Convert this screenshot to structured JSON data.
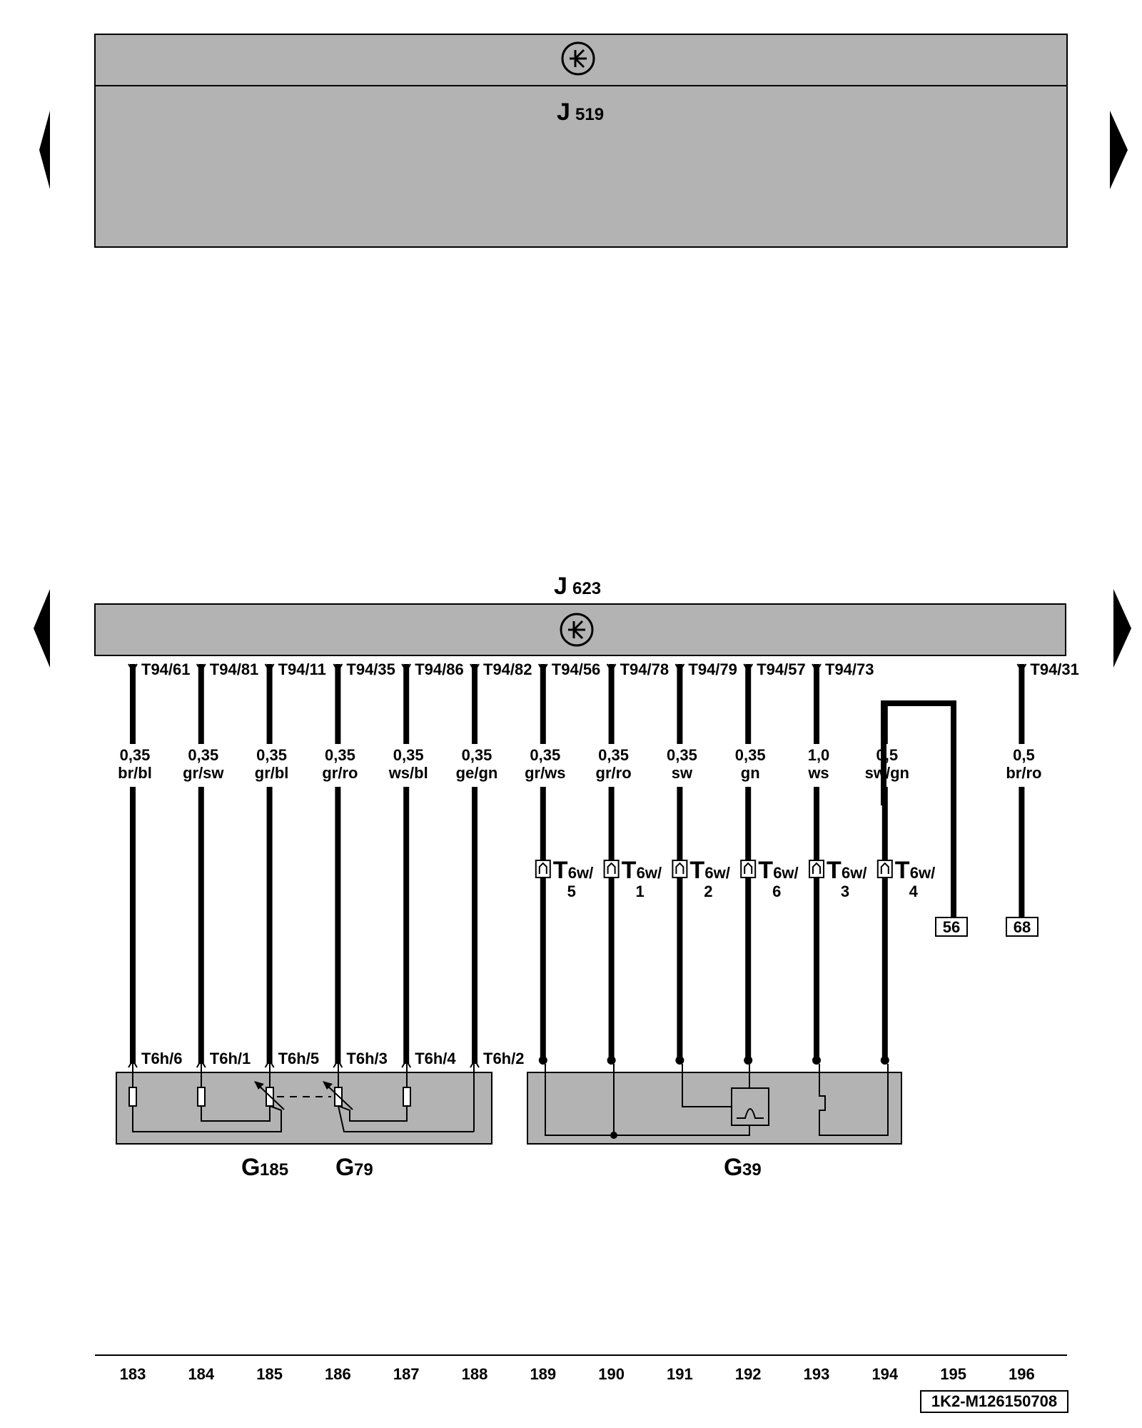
{
  "j519": {
    "letter": "J",
    "sub": "519"
  },
  "j623": {
    "letter": "J",
    "sub": "623"
  },
  "pins": [
    {
      "col": 183,
      "pin": "T94/61",
      "gauge": "0,35",
      "color": "br/bl",
      "bottom": "T6h/6"
    },
    {
      "col": 184,
      "pin": "T94/81",
      "gauge": "0,35",
      "color": "gr/sw",
      "bottom": "T6h/1"
    },
    {
      "col": 185,
      "pin": "T94/11",
      "gauge": "0,35",
      "color": "gr/bl",
      "bottom": "T6h/5"
    },
    {
      "col": 186,
      "pin": "T94/35",
      "gauge": "0,35",
      "color": "gr/ro",
      "bottom": "T6h/3"
    },
    {
      "col": 187,
      "pin": "T94/86",
      "gauge": "0,35",
      "color": "ws/bl",
      "bottom": "T6h/4"
    },
    {
      "col": 188,
      "pin": "T94/82",
      "gauge": "0,35",
      "color": "ge/gn",
      "bottom": "T6h/2"
    },
    {
      "col": 189,
      "pin": "T94/56",
      "gauge": "0,35",
      "color": "gr/ws",
      "bottom": "",
      "t6w": "5"
    },
    {
      "col": 190,
      "pin": "T94/78",
      "gauge": "0,35",
      "color": "gr/ro",
      "bottom": "",
      "t6w": "1"
    },
    {
      "col": 191,
      "pin": "T94/79",
      "gauge": "0,35",
      "color": "sw",
      "bottom": "",
      "t6w": "2"
    },
    {
      "col": 192,
      "pin": "T94/57",
      "gauge": "0,35",
      "color": "gn",
      "bottom": "",
      "t6w": "6"
    },
    {
      "col": 193,
      "pin": "T94/73",
      "gauge": "1,0",
      "color": "ws",
      "bottom": "",
      "t6w": "3"
    },
    {
      "col": 194,
      "pin": "",
      "gauge": "0,5",
      "color": "sw/gn",
      "bottom": "",
      "t6w": "4"
    },
    {
      "col": 196,
      "pin": "T94/31",
      "gauge": "0,5",
      "color": "br/ro",
      "bottom": ""
    }
  ],
  "t6w_label": {
    "T": "T",
    "sub": "6w/"
  },
  "refs": [
    "56",
    "68"
  ],
  "g185": {
    "letter": "G",
    "sub": "185"
  },
  "g79": {
    "letter": "G",
    "sub": "79"
  },
  "g39": {
    "letter": "G",
    "sub": "39"
  },
  "columns": [
    "183",
    "184",
    "185",
    "186",
    "187",
    "188",
    "189",
    "190",
    "191",
    "192",
    "193",
    "194",
    "195",
    "196"
  ],
  "doc_id": "1K2-M126150708",
  "colors": {
    "module_fill": "#b3b3b3",
    "wire": "#000000"
  }
}
